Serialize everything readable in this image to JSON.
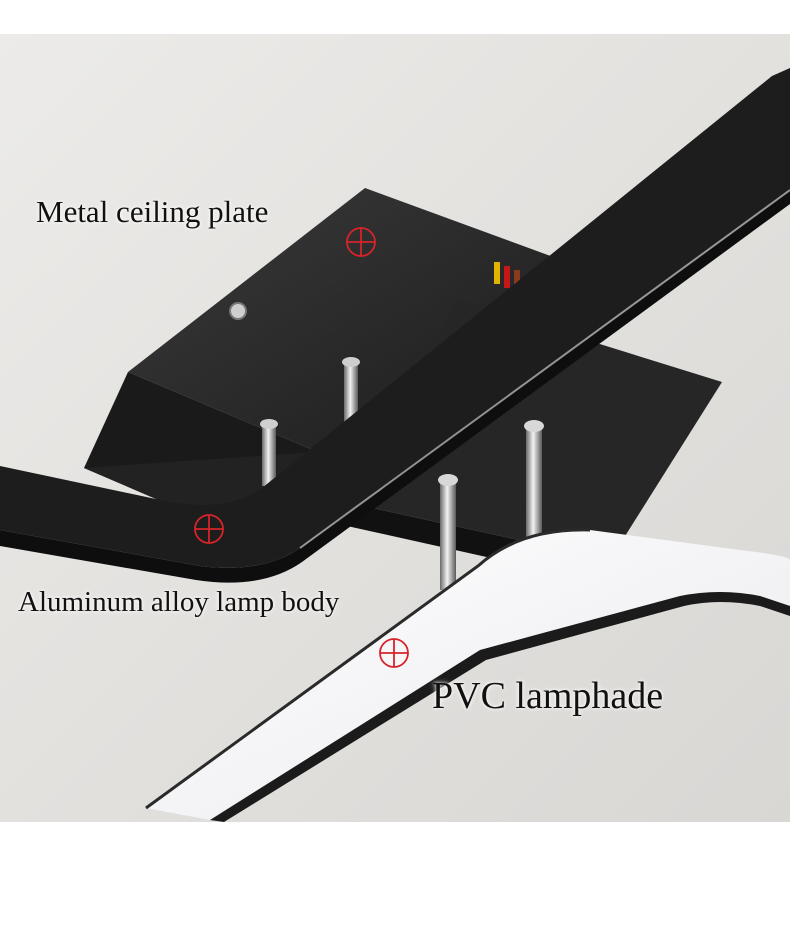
{
  "labels": {
    "metal_ceiling_plate": "Metal ceiling plate",
    "aluminum_lamp_body": "Aluminum alloy lamp body",
    "pvc_lampshade": "PVC lamphade"
  },
  "colors": {
    "ceiling": "#e6e4e1",
    "plate": "#2b2b2b",
    "lamp_body": "#1f1f1f",
    "lampshade_glow": "#f3f3f6",
    "marker": "#d6242a",
    "label_text": "#111111"
  },
  "icons": {
    "marker": "crosshair-circle-icon"
  }
}
